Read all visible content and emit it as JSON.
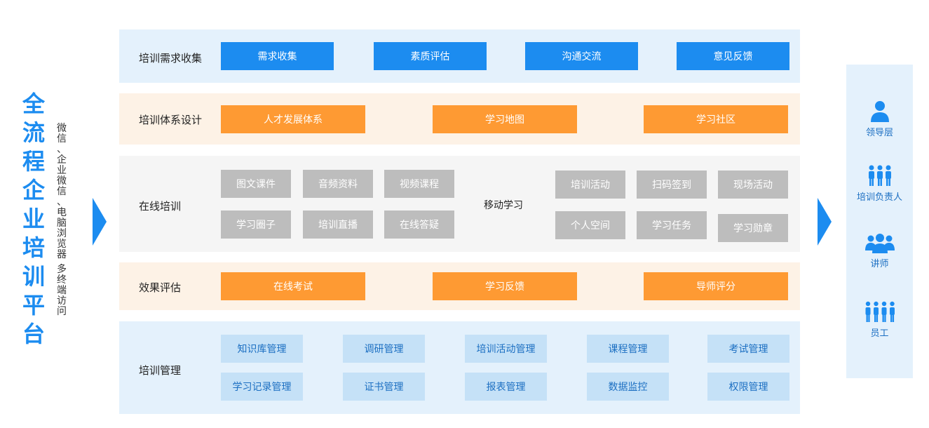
{
  "title": {
    "chars": [
      "全",
      "流",
      "程",
      "企",
      "业",
      "培",
      "训",
      "平",
      "台"
    ],
    "subtitle": "微信、企业微信、电脑浏览器 多终端访问"
  },
  "colors": {
    "blue": "#1c8cf0",
    "orange": "#fe9a33",
    "gray": "#bdbdbd",
    "light_blue": "#c5e1f7",
    "band_blue": "#e4f1fc",
    "band_orange": "#fdf2e6",
    "band_gray": "#f5f5f5"
  },
  "bands": {
    "demand": {
      "label": "培训需求收集",
      "items": [
        "需求收集",
        "素质评估",
        "沟通交流",
        "意见反馈"
      ]
    },
    "design": {
      "label": "培训体系设计",
      "items": [
        "人才发展体系",
        "学习地图",
        "学习社区"
      ]
    },
    "online": {
      "label": "在线培训",
      "left_items": [
        "图文课件",
        "音频资料",
        "视频课程",
        "学习圈子",
        "培训直播",
        "在线答疑"
      ],
      "center": "移动学习",
      "right_items": [
        "培训活动",
        "扫码签到",
        "现场活动",
        "个人空间",
        "学习任务",
        "学习勋章"
      ]
    },
    "eval": {
      "label": "效果评估",
      "items": [
        "在线考试",
        "学习反馈",
        "导师评分"
      ]
    },
    "manage": {
      "label": "培训管理",
      "items": [
        "知识库管理",
        "调研管理",
        "培训活动管理",
        "课程管理",
        "考试管理",
        "学习记录管理",
        "证书管理",
        "报表管理",
        "数据监控",
        "权限管理"
      ]
    }
  },
  "roles": [
    {
      "label": "领导层",
      "icon": "single-person-icon"
    },
    {
      "label": "培训负责人",
      "icon": "three-people-icon"
    },
    {
      "label": "讲师",
      "icon": "group-people-icon"
    },
    {
      "label": "员工",
      "icon": "four-people-icon"
    }
  ]
}
